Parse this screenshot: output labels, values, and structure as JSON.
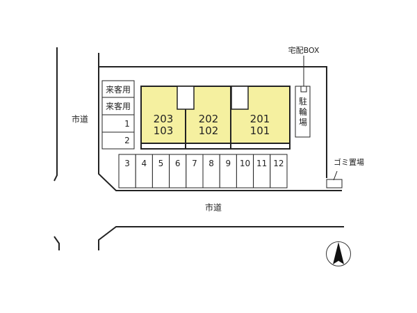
{
  "roads": {
    "left": "市道",
    "bottom": "市道"
  },
  "labels": {
    "delivery_box": "宅配BOX",
    "garbage": "ゴミ置場",
    "bicycle": "駐輪場"
  },
  "left_spaces": [
    "来客用",
    "来客用",
    "1",
    "2"
  ],
  "parking": [
    "3",
    "4",
    "5",
    "6",
    "7",
    "8",
    "9",
    "10",
    "11",
    "12"
  ],
  "units": [
    {
      "upper": "203",
      "lower": "103"
    },
    {
      "upper": "202",
      "lower": "102"
    },
    {
      "upper": "201",
      "lower": "101"
    }
  ],
  "colors": {
    "building": "#f5f0a0",
    "line": "#222222"
  },
  "compass": "north-arrow"
}
